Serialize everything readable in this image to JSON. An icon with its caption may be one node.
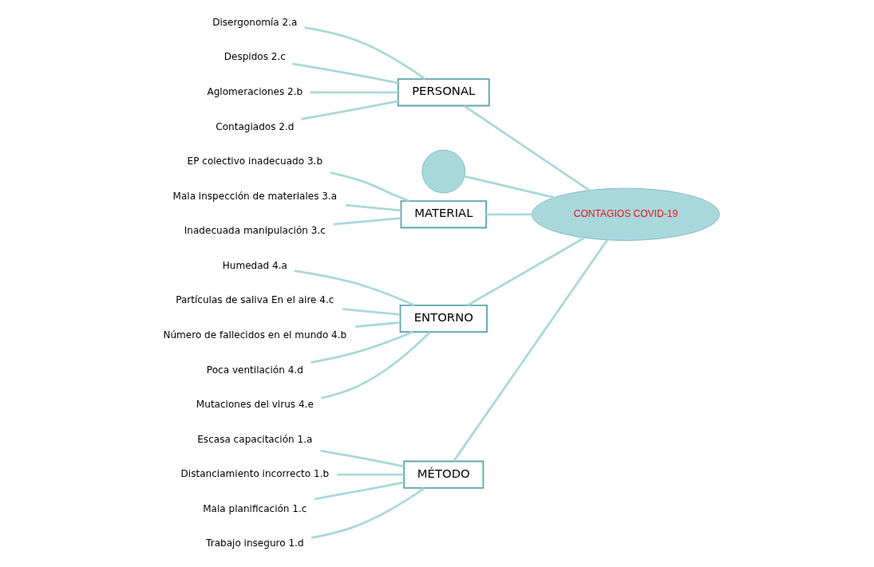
{
  "diagram": {
    "nodes": [
      {
        "text": [
          "MÉTODO"
        ]
      },
      {
        "text": [
          "PERSONAL"
        ]
      },
      {
        "text": [
          "Escasa capacitación 1.a"
        ]
      },
      {
        "text": [
          "Disergonomía 2.a"
        ]
      },
      {
        "text": [
          "Distanciamiento incorrecto 1.b"
        ]
      },
      {
        "text": [
          "Despidos 2.c"
        ]
      },
      {
        "text": [
          "Mala planificación 1.c"
        ]
      },
      {
        "text": [
          "Aglomeraciones 2.b"
        ]
      },
      {
        "text": [
          "Trabajo inseguro 1.d"
        ]
      },
      {
        "text": [
          "Contagiados 2.d"
        ]
      },
      {
        "text": [],
        "shape": "crescent"
      },
      {
        "text": [
          "CONTAGIOS COVID-19"
        ]
      },
      {
        "text": [
          "EP colectivo inadecuado 3.b"
        ]
      },
      {
        "text": [
          "Humedad 4.a"
        ]
      },
      {
        "text": [
          "Partículas de saliva En el aire 4.c"
        ]
      },
      {
        "text": [
          "Mala inspección de materiales 3.a"
        ]
      },
      {
        "text": [
          "Número de fallecidos en el mundo 4.b"
        ]
      },
      {
        "text": [
          "Inadecuada manipulación 3.c"
        ]
      },
      {
        "text": [
          "Poca ventilación 4.d"
        ]
      },
      {
        "text": [
          "Mutaciones del virus 4.e"
        ]
      },
      {
        "text": [
          "MATERIAL"
        ]
      },
      {
        "text": [
          "ENTORNO"
        ]
      }
    ],
    "edges": [
      {
        "from": 2,
        "to": 0,
        "arrow": "none"
      },
      {
        "from": 4,
        "to": 0,
        "arrow": "none"
      },
      {
        "from": 6,
        "to": 0,
        "arrow": "none"
      },
      {
        "from": 8,
        "to": 0,
        "arrow": "none"
      },
      {
        "from": 3,
        "to": 1,
        "arrow": "none"
      },
      {
        "from": 5,
        "to": 1,
        "arrow": "none"
      },
      {
        "from": 7,
        "to": 1,
        "arrow": "none"
      },
      {
        "from": 9,
        "to": 1,
        "arrow": "none"
      },
      {
        "from": 15,
        "to": 20,
        "arrow": "none"
      },
      {
        "from": 12,
        "to": 20,
        "arrow": "none"
      },
      {
        "from": 17,
        "to": 20,
        "arrow": "none"
      },
      {
        "from": 13,
        "to": 21,
        "arrow": "none"
      },
      {
        "from": 14,
        "to": 21,
        "arrow": "none"
      },
      {
        "from": 16,
        "to": 21,
        "arrow": "none"
      },
      {
        "from": 18,
        "to": 21,
        "arrow": "none"
      },
      {
        "from": 19,
        "to": 21,
        "arrow": "none"
      },
      {
        "from": 0,
        "to": 11,
        "arrow": "none"
      },
      {
        "from": 1,
        "to": 11,
        "arrow": "none"
      },
      {
        "from": 20,
        "to": 11,
        "arrow": "none"
      },
      {
        "from": 21,
        "to": 11,
        "arrow": "none"
      },
      {
        "from": 10,
        "to": 11,
        "arrow": "none"
      }
    ]
  }
}
